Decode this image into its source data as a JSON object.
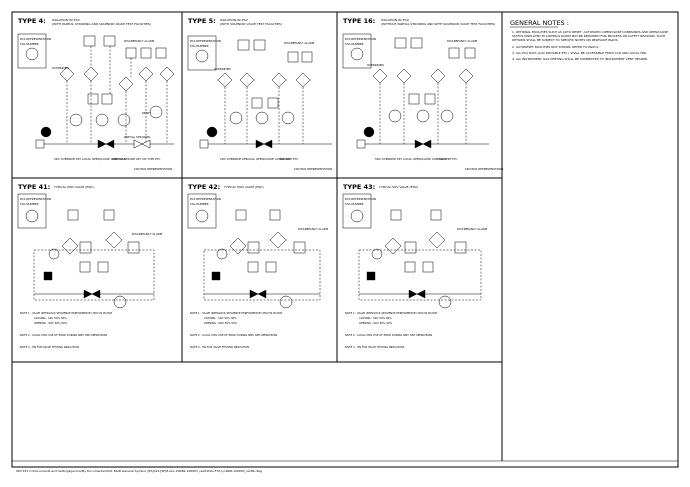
{
  "panels": [
    {
      "type": "TYPE 4:",
      "subtitle": "ISOLATION W/ ESV",
      "note": "(WITH PARTIAL STROKING AND SOLENOID VALVE TEST FACILITIES)"
    },
    {
      "type": "TYPE 5:",
      "subtitle": "ISOLATION W/ ESV",
      "note": "(WITH SOLENOID VALVE TEST FACILITIES)"
    },
    {
      "type": "TYPE 16:",
      "subtitle": "ISOLATION W/ ESV",
      "note": "(WITHOUT PARTIAL STROKING AND WITH SOLENOID VALVE TEST FACILITIES)"
    },
    {
      "type": "TYPE 41:",
      "subtitle": "TYPICAL MOV VALVE (ESD)",
      "note": ""
    },
    {
      "type": "TYPE 42:",
      "subtitle": "TYPICAL MOV VALVE (ESD)",
      "note": ""
    },
    {
      "type": "TYPE 43:",
      "subtitle": "TYPICAL SOV VALVE (ESD)",
      "note": ""
    }
  ],
  "general_notes": {
    "title": "GENERAL NOTES :",
    "items": [
      "1. OPTIONAL FACILITIES SUCH AS AUTO RESET, AUTOMATIC OPEN/CLOSE COMMANDS AND OPEN/CLOSE STATUS DISPLAYED IN CONTROL ROOM MAY BE REQUIRED FOR PROCESS OR SAFETY REASONS. SUCH OPTIONS SHALL BE SUBJECT TO SPECIFIC NOTES ON RELEVANT P&IDS.",
      "2. AUTORESET FACILITIES NOT SHOWN, REFER TO P&ID'S.",
      "3. ALL PCS DATA (LCD DRIVABLE ETC.) SHALL BE ACCESSIBLE FROM CCR AND LOCAL HMI.",
      "4. ALL INSTRUMENT GAS VENTING SHALL BE CONNECTED TO INSTRUMENT VENT HEADER."
    ]
  },
  "labels": {
    "pcs_refs": "PCS REFRESENTATION",
    "tag": "TAG NUMBER",
    "overridden": "OVERRIDEN",
    "partial_stroke": "PARTIAL STROKING",
    "reset": "RESET",
    "sdv_status": "SDV STATUS",
    "discrepancy": "DISCREPANCY ALARM",
    "sdv_override": "SDV OVERRIDE KEY",
    "local_open": "LOCAL OPEN/CLOSE COMMAND",
    "partial_key": "PARTIAL STROKE KEY",
    "sis_type": "SIS TYPE ETC",
    "sdv_sds": "SDV/SDS REPRESENTATION",
    "note1": "NOTE 1 : VALVE INTERLOCK SEQUENCE PERFORMED BY MOV IN PC/ISM",
    "closing": "CLOSING : SDC 50% 90%",
    "opening": "OPENING : SDC 50% 90%",
    "note2": "NOTE 2 : LOCAL MOV USE OF PROD DURING NMC SEE OPERATIONS",
    "note3": "NOTE 3 : MS FOR VALVE TESTING INDICATION"
  },
  "footer": "083 P11  C:\\Documents and Settings\\jenma\\My Documents\\2021  P&ID General Symbol \\[PI\\]\\GS-[9F]Z-ALL-20086-128003_rev8.DVG-FT2-lyr-RRR-128003_rev8b.dwg"
}
